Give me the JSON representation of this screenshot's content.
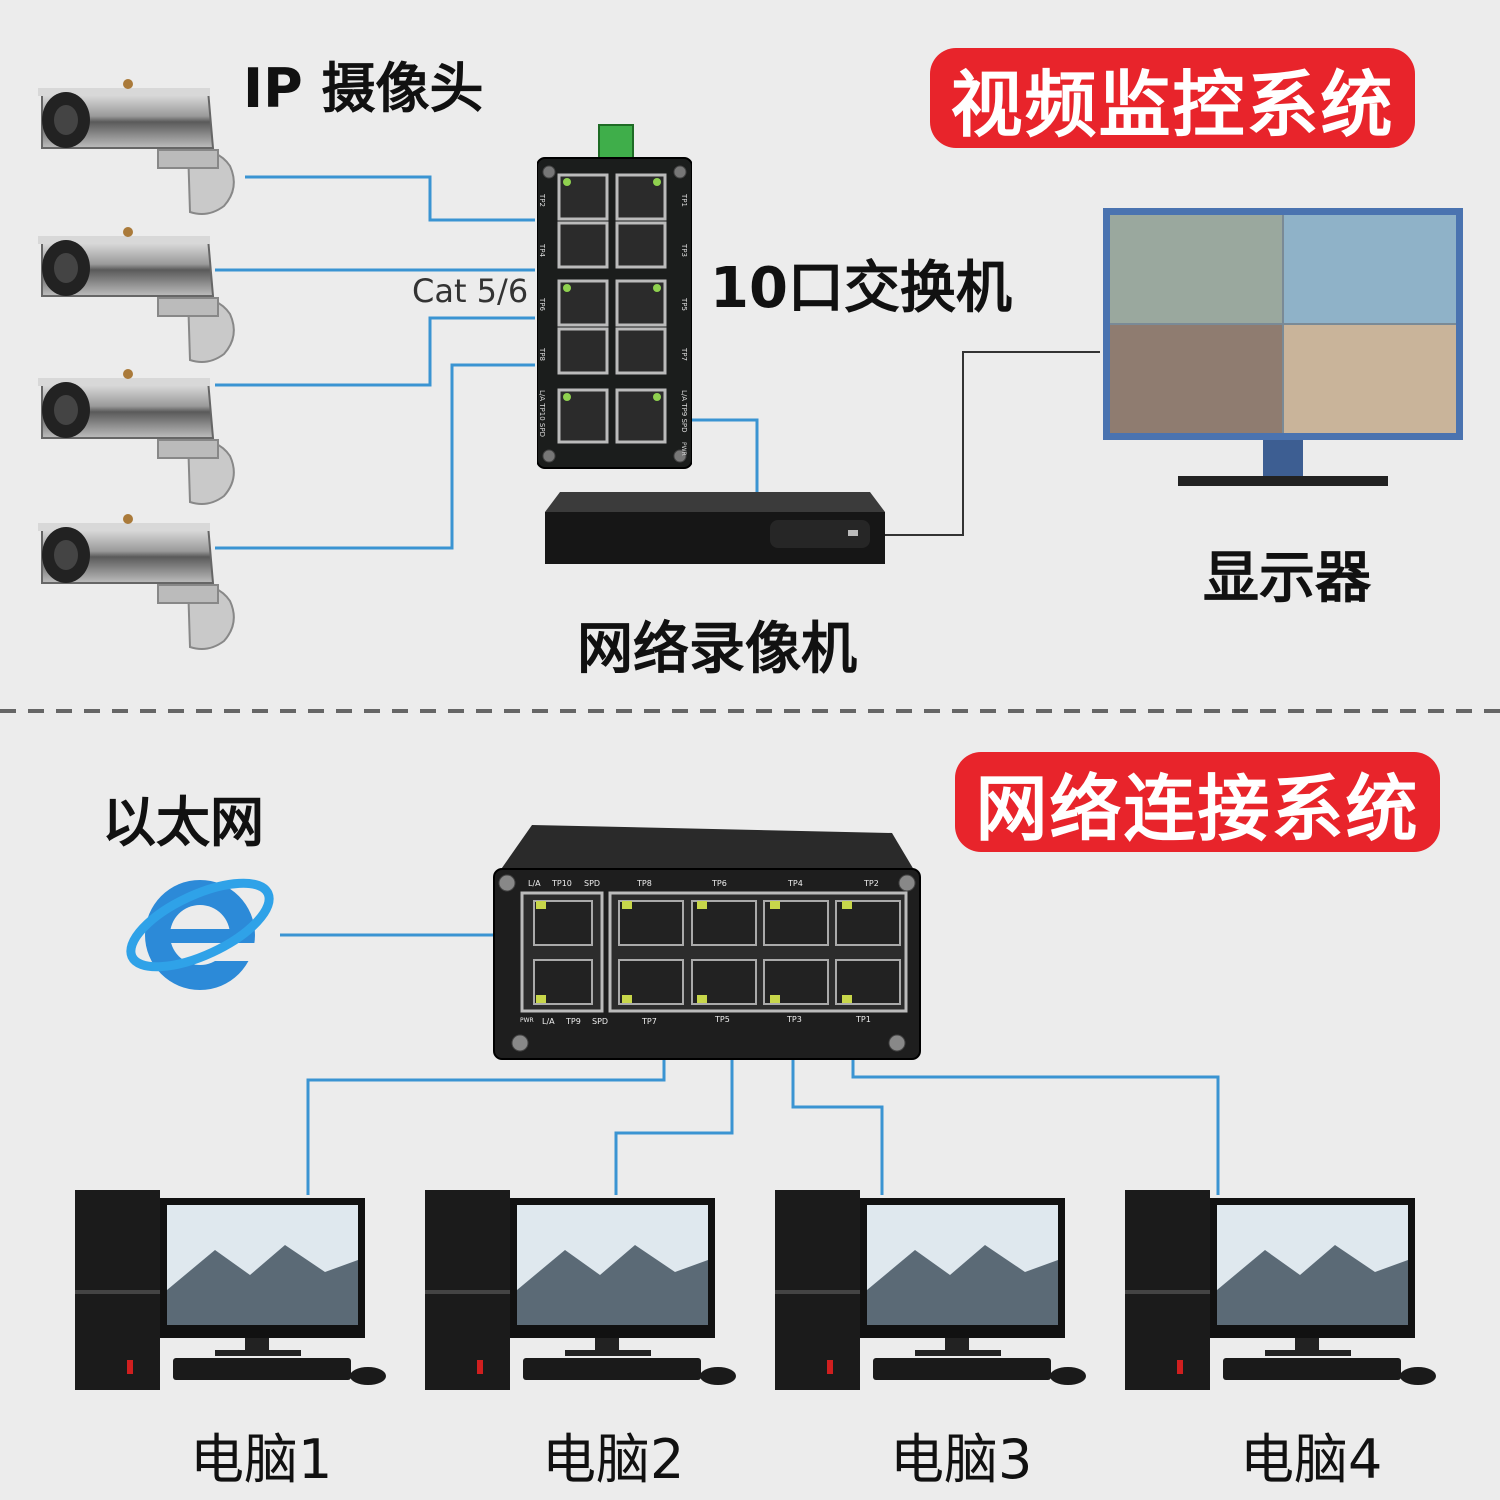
{
  "video_section": {
    "badge": "视频监控系统",
    "camera_label": "IP 摄像头",
    "cable_label": "Cat 5/6",
    "switch_label": "10口交换机",
    "switch_ports_left": [
      "TP2",
      "TP4",
      "TP6",
      "TP8",
      "L/A TP10 SPD"
    ],
    "switch_ports_right": [
      "TP1",
      "TP3",
      "TP5",
      "TP7",
      "L/A TP9 SPD"
    ],
    "switch_pwr": "PWR",
    "nvr_label": "网络录像机",
    "monitor_label": "显示器"
  },
  "network_section": {
    "badge": "网络连接系统",
    "ethernet_label": "以太网",
    "switch_top_left": [
      "L/A",
      "TP10",
      "SPD"
    ],
    "switch_top_ports": [
      "TP8",
      "TP6",
      "TP4",
      "TP2"
    ],
    "switch_bottom_left": [
      "PWR",
      "L/A",
      "TP9",
      "SPD"
    ],
    "switch_bottom_ports": [
      "TP7",
      "TP5",
      "TP3",
      "TP1"
    ],
    "computers": [
      "电脑1",
      "电脑2",
      "电脑3",
      "电脑4"
    ]
  },
  "colors": {
    "badge_red": "#e8242b",
    "cable_blue": "#2a8fd0",
    "background": "#ececec"
  }
}
